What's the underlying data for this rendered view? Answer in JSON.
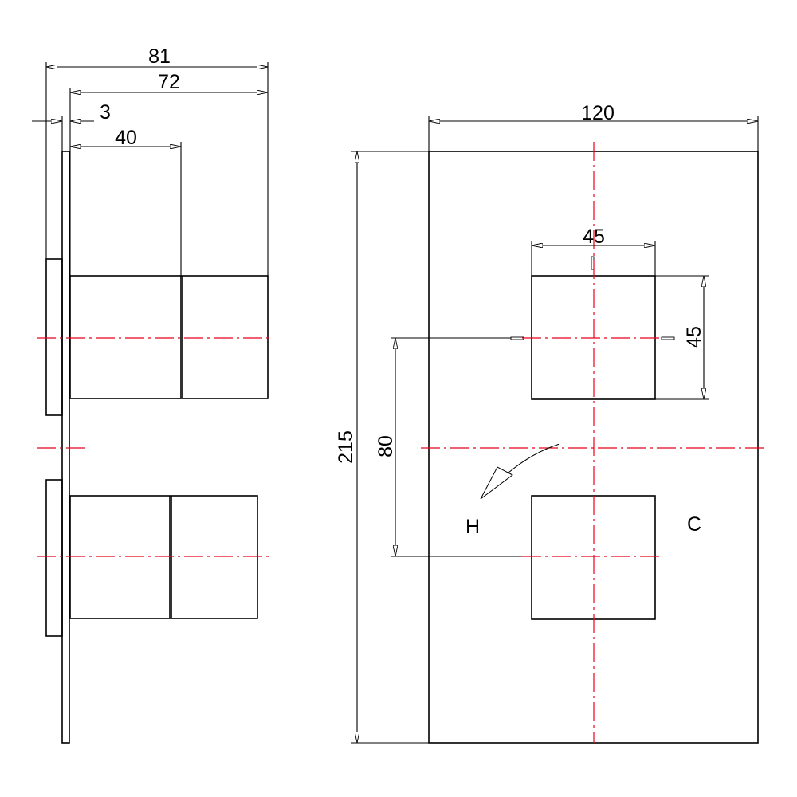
{
  "side_view": {
    "dimensions": {
      "overall_depth": "81",
      "body_depth": "72",
      "plate_thickness": "3",
      "handle_depth": "40"
    }
  },
  "front_view": {
    "dimensions": {
      "plate_width": "120",
      "plate_height": "215",
      "handle_width": "45",
      "handle_height": "45",
      "handle_spacing": "80"
    },
    "labels": {
      "hot": "H",
      "cold": "C"
    }
  },
  "colors": {
    "outline": "#000000",
    "centerline": "#e8001c",
    "background": "#ffffff"
  }
}
